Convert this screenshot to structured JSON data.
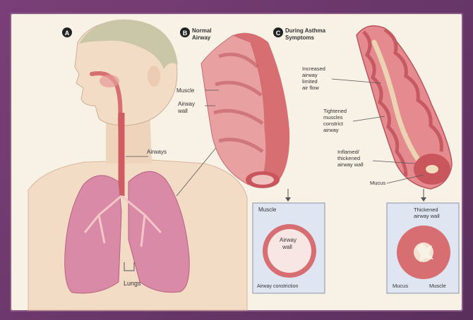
{
  "panels": [
    {
      "letter": "A"
    },
    {
      "letter": "B",
      "title": [
        "Normal",
        "Airway"
      ]
    },
    {
      "letter": "C",
      "title": [
        "During Asthma",
        "Symptoms"
      ]
    }
  ],
  "labels": {
    "airways": "Airways",
    "lungs": "Lungs",
    "muscle_b": "Muscle",
    "airway_wall_b": [
      "Airway",
      "wall"
    ],
    "mucus_c": [
      "Increased",
      "airway",
      "limited",
      "air flow"
    ],
    "tightened": [
      "Tightened",
      "muscles",
      "constrict",
      "airway"
    ],
    "inflamed": [
      "Inflamed/",
      "thickened",
      "airway wall"
    ],
    "mucus_label": "Mucus",
    "inset_b_muscle": "Muscle",
    "inset_b_wall": [
      "Airway",
      "wall"
    ],
    "inset_b_caption": "Airway constriction",
    "inset_c_thick": [
      "Thickened",
      "airway wall"
    ],
    "inset_c_mucus": "Mucus",
    "inset_c_muscle": "Muscle"
  },
  "colors": {
    "frame": "#6b3a66",
    "panel": "#f7f1e6",
    "skin": "#f2dcc6",
    "lung": "#d98aa6",
    "airway": "#d66e72",
    "muscle": "#e9a0a0"
  }
}
